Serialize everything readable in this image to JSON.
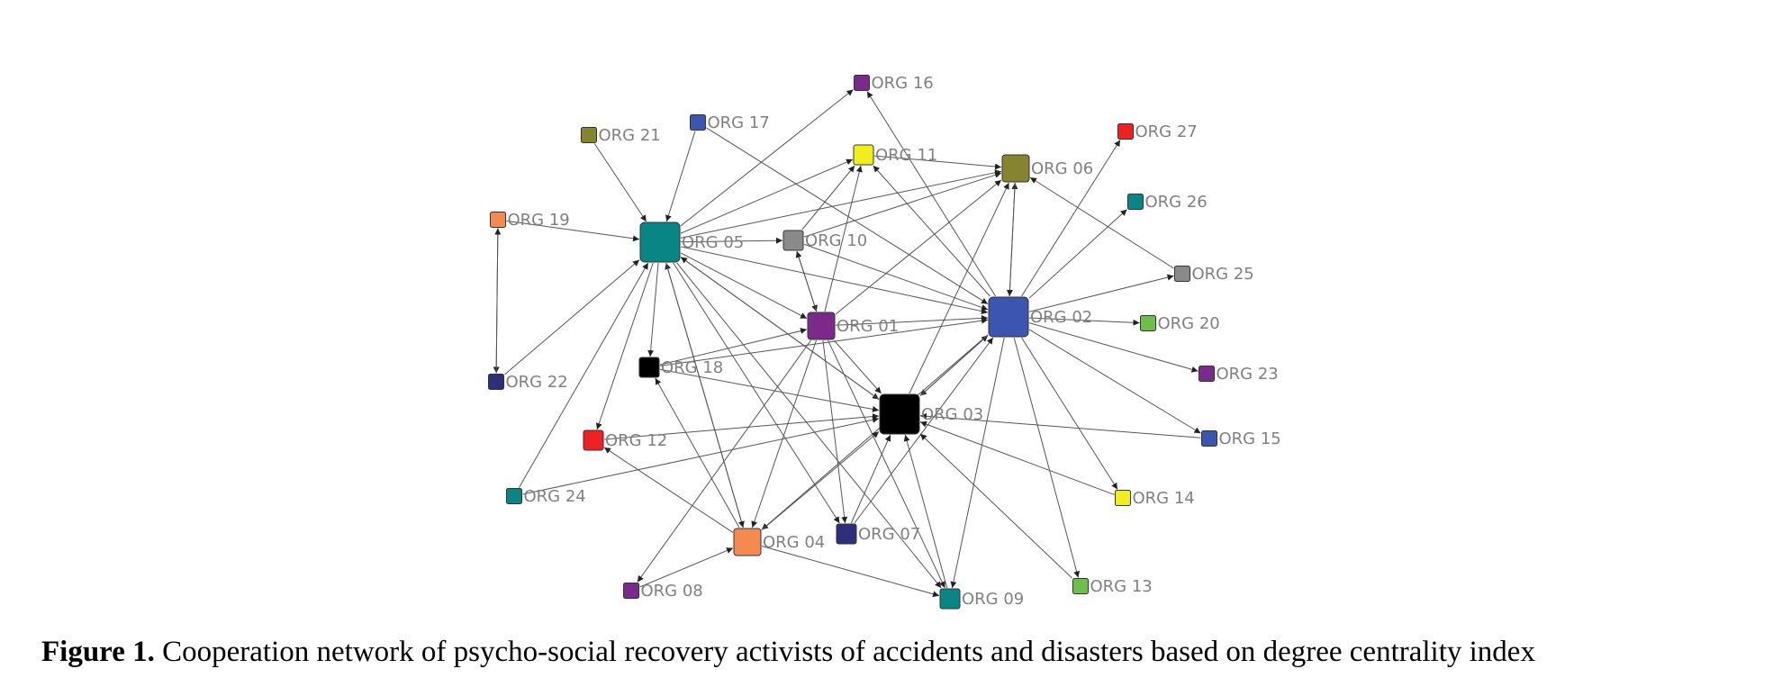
{
  "caption": {
    "label": "Figure 1.",
    "text": " Cooperation network of psycho-social recovery activists of accidents and disasters based on degree centrality index"
  },
  "colors": {
    "teal": "#0a8585",
    "blue": "#3b55b0",
    "purple": "#7b2a8c",
    "black": "#000000",
    "orange": "#f58a50",
    "navy": "#2d2f7a",
    "yellow": "#f2ee1c",
    "olive": "#858530",
    "gray": "#8a8a8a",
    "red": "#ee2222",
    "green": "#6bbf4a"
  },
  "nodes": [
    {
      "id": "ORG 01",
      "label": "ORG 01",
      "color": "#7b2a8c",
      "size": "large"
    },
    {
      "id": "ORG 02",
      "label": "ORG 02",
      "color": "#3b55b0",
      "size": "xlarge"
    },
    {
      "id": "ORG 03",
      "label": "ORG 03",
      "color": "#000000",
      "size": "xlarge"
    },
    {
      "id": "ORG 04",
      "label": "ORG 04",
      "color": "#f58a50",
      "size": "large"
    },
    {
      "id": "ORG 05",
      "label": "ORG 05",
      "color": "#0a8585",
      "size": "xlarge"
    },
    {
      "id": "ORG 06",
      "label": "ORG 06",
      "color": "#858530",
      "size": "large"
    },
    {
      "id": "ORG 07",
      "label": "ORG 07",
      "color": "#2d2f7a",
      "size": "medium"
    },
    {
      "id": "ORG 08",
      "label": "ORG 08",
      "color": "#7b2a8c",
      "size": "small"
    },
    {
      "id": "ORG 09",
      "label": "ORG 09",
      "color": "#0a8585",
      "size": "medium"
    },
    {
      "id": "ORG 10",
      "label": "ORG 10",
      "color": "#8a8a8a",
      "size": "medium"
    },
    {
      "id": "ORG 11",
      "label": "ORG 11",
      "color": "#f2ee1c",
      "size": "medium"
    },
    {
      "id": "ORG 12",
      "label": "ORG 12",
      "color": "#ee2222",
      "size": "medium"
    },
    {
      "id": "ORG 13",
      "label": "ORG 13",
      "color": "#6bbf4a",
      "size": "small"
    },
    {
      "id": "ORG 14",
      "label": "ORG 14",
      "color": "#f2ee1c",
      "size": "small"
    },
    {
      "id": "ORG 15",
      "label": "ORG 15",
      "color": "#3b55b0",
      "size": "small"
    },
    {
      "id": "ORG 16",
      "label": "ORG 16",
      "color": "#7b2a8c",
      "size": "small"
    },
    {
      "id": "ORG 17",
      "label": "ORG 17",
      "color": "#3b55b0",
      "size": "small"
    },
    {
      "id": "ORG 18",
      "label": "ORG 18",
      "color": "#000000",
      "size": "medium"
    },
    {
      "id": "ORG 19",
      "label": "ORG 19",
      "color": "#f58a50",
      "size": "small"
    },
    {
      "id": "ORG 20",
      "label": "ORG 20",
      "color": "#6bbf4a",
      "size": "small"
    },
    {
      "id": "ORG 21",
      "label": "ORG 21",
      "color": "#858530",
      "size": "small"
    },
    {
      "id": "ORG 22",
      "label": "ORG 22",
      "color": "#2d2f7a",
      "size": "small"
    },
    {
      "id": "ORG 23",
      "label": "ORG 23",
      "color": "#7b2a8c",
      "size": "small"
    },
    {
      "id": "ORG 24",
      "label": "ORG 24",
      "color": "#0a8585",
      "size": "small"
    },
    {
      "id": "ORG 25",
      "label": "ORG 25",
      "color": "#8a8a8a",
      "size": "small"
    },
    {
      "id": "ORG 26",
      "label": "ORG 26",
      "color": "#0a8585",
      "size": "small"
    },
    {
      "id": "ORG 27",
      "label": "ORG 27",
      "color": "#ee2222",
      "size": "small"
    }
  ],
  "edges": [
    [
      "ORG 21",
      "ORG 05"
    ],
    [
      "ORG 17",
      "ORG 05"
    ],
    [
      "ORG 19",
      "ORG 05"
    ],
    [
      "ORG 19",
      "ORG 22"
    ],
    [
      "ORG 22",
      "ORG 19"
    ],
    [
      "ORG 22",
      "ORG 05"
    ],
    [
      "ORG 24",
      "ORG 05"
    ],
    [
      "ORG 05",
      "ORG 16"
    ],
    [
      "ORG 05",
      "ORG 11"
    ],
    [
      "ORG 05",
      "ORG 06"
    ],
    [
      "ORG 05",
      "ORG 10"
    ],
    [
      "ORG 05",
      "ORG 02"
    ],
    [
      "ORG 05",
      "ORG 01"
    ],
    [
      "ORG 05",
      "ORG 03"
    ],
    [
      "ORG 05",
      "ORG 18"
    ],
    [
      "ORG 05",
      "ORG 12"
    ],
    [
      "ORG 05",
      "ORG 07"
    ],
    [
      "ORG 05",
      "ORG 09"
    ],
    [
      "ORG 04",
      "ORG 05"
    ],
    [
      "ORG 03",
      "ORG 05"
    ],
    [
      "ORG 17",
      "ORG 02"
    ],
    [
      "ORG 02",
      "ORG 16"
    ],
    [
      "ORG 02",
      "ORG 11"
    ],
    [
      "ORG 02",
      "ORG 06"
    ],
    [
      "ORG 06",
      "ORG 02"
    ],
    [
      "ORG 02",
      "ORG 27"
    ],
    [
      "ORG 02",
      "ORG 26"
    ],
    [
      "ORG 02",
      "ORG 25"
    ],
    [
      "ORG 02",
      "ORG 20"
    ],
    [
      "ORG 02",
      "ORG 23"
    ],
    [
      "ORG 02",
      "ORG 15"
    ],
    [
      "ORG 02",
      "ORG 14"
    ],
    [
      "ORG 02",
      "ORG 13"
    ],
    [
      "ORG 02",
      "ORG 09"
    ],
    [
      "ORG 02",
      "ORG 03"
    ],
    [
      "ORG 03",
      "ORG 02"
    ],
    [
      "ORG 02",
      "ORG 04"
    ],
    [
      "ORG 01",
      "ORG 02"
    ],
    [
      "ORG 10",
      "ORG 02"
    ],
    [
      "ORG 18",
      "ORG 02"
    ],
    [
      "ORG 07",
      "ORG 02"
    ],
    [
      "ORG 10",
      "ORG 11"
    ],
    [
      "ORG 10",
      "ORG 06"
    ],
    [
      "ORG 10",
      "ORG 01"
    ],
    [
      "ORG 01",
      "ORG 10"
    ],
    [
      "ORG 01",
      "ORG 11"
    ],
    [
      "ORG 01",
      "ORG 06"
    ],
    [
      "ORG 01",
      "ORG 07"
    ],
    [
      "ORG 01",
      "ORG 09"
    ],
    [
      "ORG 01",
      "ORG 04"
    ],
    [
      "ORG 01",
      "ORG 08"
    ],
    [
      "ORG 01",
      "ORG 03"
    ],
    [
      "ORG 18",
      "ORG 01"
    ],
    [
      "ORG 18",
      "ORG 03"
    ],
    [
      "ORG 12",
      "ORG 03"
    ],
    [
      "ORG 24",
      "ORG 03"
    ],
    [
      "ORG 15",
      "ORG 03"
    ],
    [
      "ORG 14",
      "ORG 03"
    ],
    [
      "ORG 13",
      "ORG 03"
    ],
    [
      "ORG 09",
      "ORG 03"
    ],
    [
      "ORG 07",
      "ORG 03"
    ],
    [
      "ORG 04",
      "ORG 03"
    ],
    [
      "ORG 03",
      "ORG 06"
    ],
    [
      "ORG 25",
      "ORG 06"
    ],
    [
      "ORG 11",
      "ORG 06"
    ],
    [
      "ORG 04",
      "ORG 12"
    ],
    [
      "ORG 04",
      "ORG 18"
    ],
    [
      "ORG 08",
      "ORG 04"
    ],
    [
      "ORG 04",
      "ORG 09"
    ],
    [
      "ORG 05",
      "ORG 04"
    ]
  ]
}
